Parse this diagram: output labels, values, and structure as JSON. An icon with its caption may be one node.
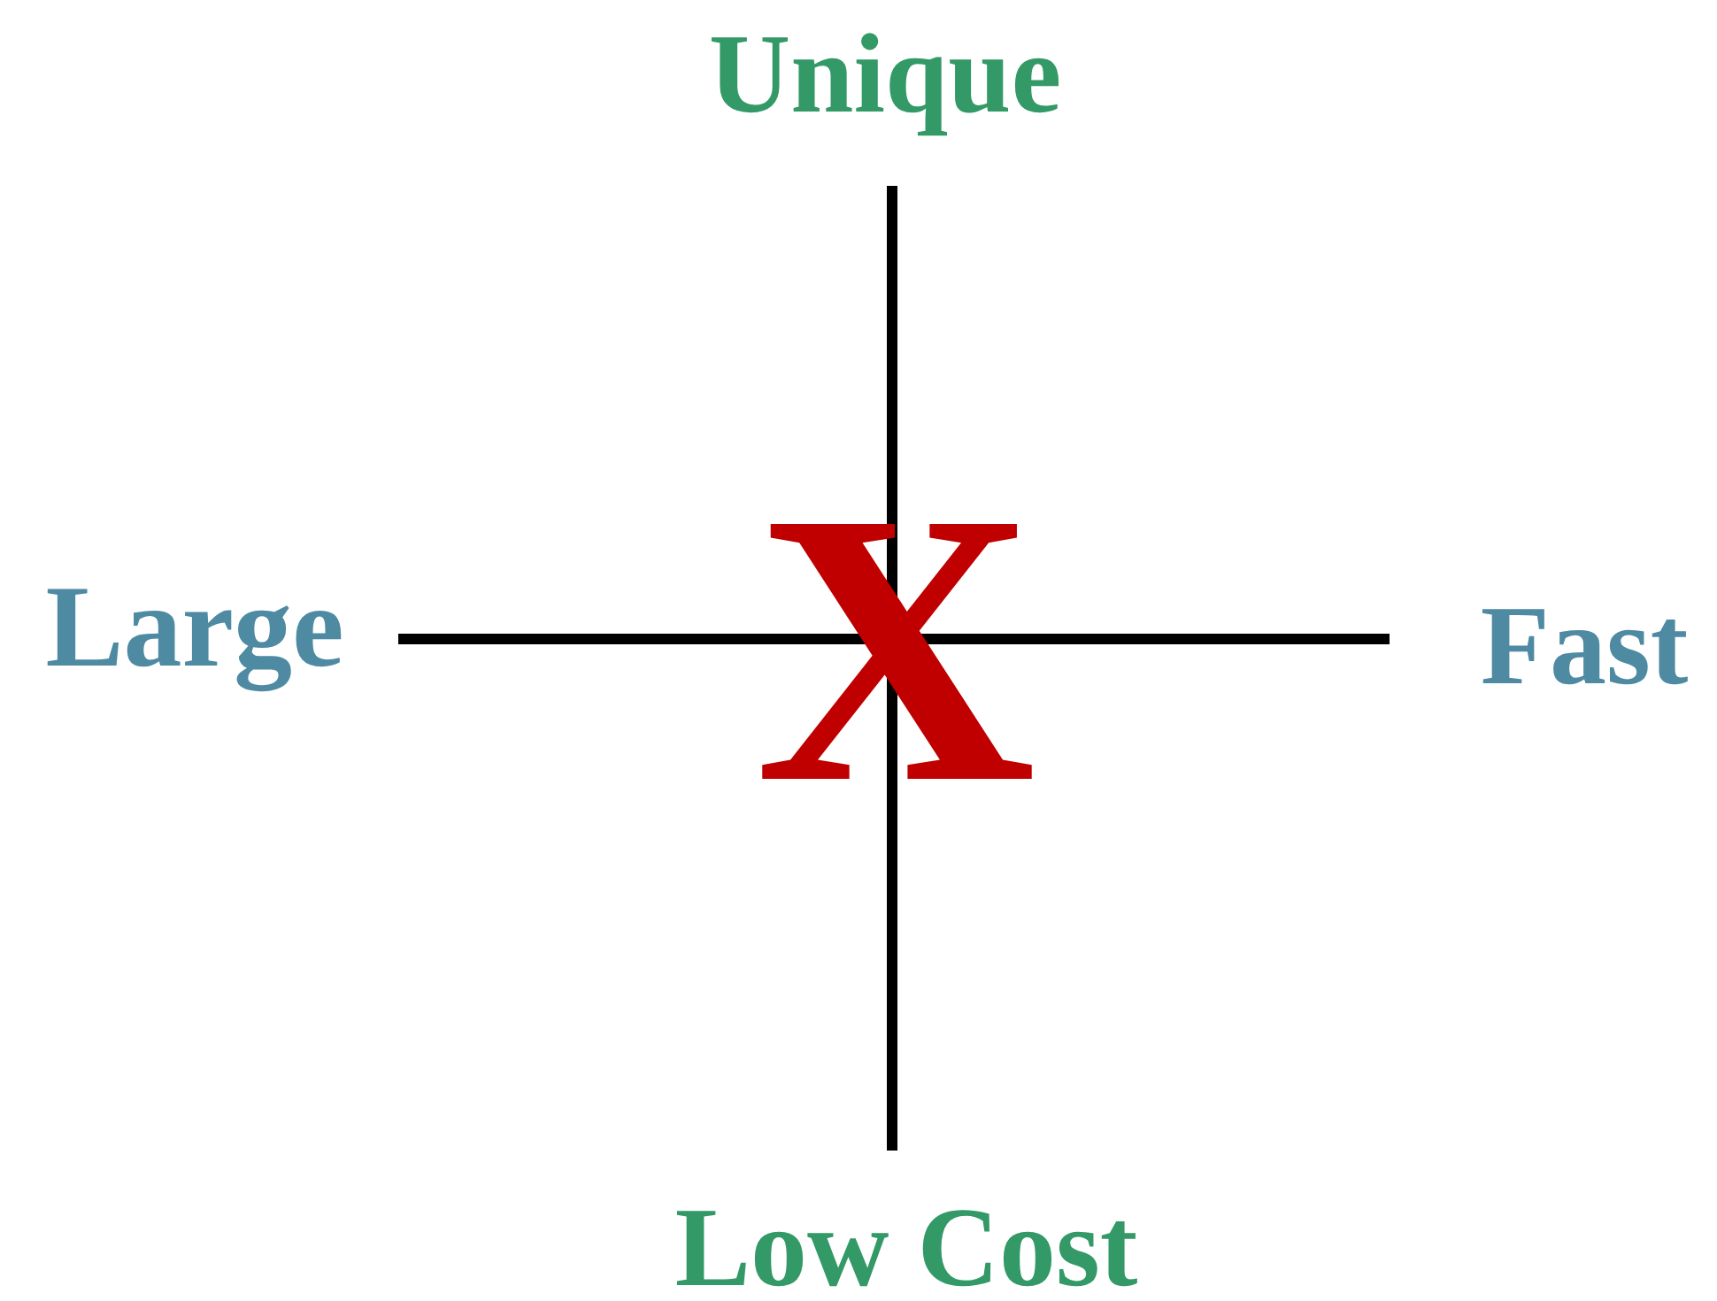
{
  "diagram": {
    "labels": [
      "Unique",
      "Large",
      "X",
      "Fast",
      "Low Cost"
    ]
  }
}
